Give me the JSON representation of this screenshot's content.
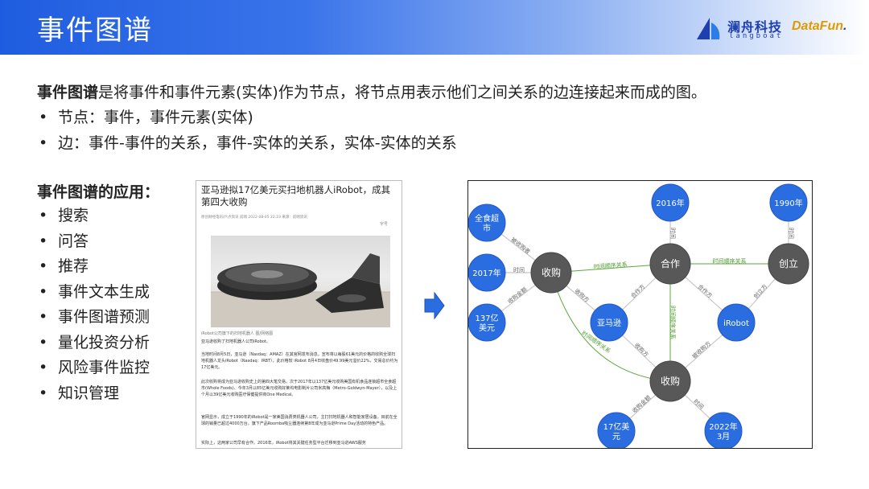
{
  "header": {
    "title": "事件图谱",
    "logo_cn": "澜舟科技",
    "logo_en": "langboat",
    "datafun_a": "DataFun",
    "datafun_b": "."
  },
  "intro": {
    "bold": "事件图谱",
    "text": "是将事件和事件元素(实体)作为节点，将节点用表示他们之间关系的边连接起来而成的图。",
    "bullets": [
      "节点：事件，事件元素(实体)",
      "边：事件-事件的关系，事件-实体的关系，实体-实体的关系"
    ]
  },
  "apps": {
    "title": "事件图谱的应用：",
    "items": [
      "搜索",
      "问答",
      "推荐",
      "事件文本生成",
      "事件图谱预测",
      "量化投资分析",
      "风险事件监控",
      "知识管理"
    ]
  },
  "article": {
    "title": "亚马逊拟17亿美元买扫地机器人iRobot，成其第四大收购",
    "meta": "原创财经电讯/六点资讯 前哨 2022-08-05 22:23 来源：前哨资讯",
    "meta_right": "字号",
    "caption": "iRobot公司旗下的扫地机器人 图/网络图",
    "paragraphs": [
      "亚马逊收购了扫地机器人公司iRobot。",
      "当地时间8月5日，亚马逊（Nasdaq：AMAZ）在其官网发布消息，宣布将以每股61美元的价格的收购全球扫地机器人龙头iRobot（Nasdaq：IRBT），此价格较 iRobot 8月4日收盘价49.99美元溢价22%，交易总价约为17亿美元。",
      "此次收购将成为亚马逊收购史上的第四大笔交易。次于2017年以137亿美元收购美国有机食品连锁超市全食超市(Whole Foods)、今年3月以85亿美元收购好莱坞电影制片公司米高梅（Metro-Goldwyn-Mayer），以及上个月以39亿美元收购医疗保健提供商One Medical。",
      "官网显示，成立于1990年的iRobot是一家美国消费类机器人公司，主打扫地机器人和智能家居设备，目前在全球的销量已超过4000万台。旗下产品Roomba吸尘器连续第8年成为亚马逊Prime Day活动的特色产品。",
      "实际上，这两家公司早有合作。2016年，iRobot将其关键任务型平台迁移到亚马逊AWS服务"
    ]
  },
  "graph": {
    "nodes": [
      {
        "label": "全食超\n市",
        "color": "#2a6de1"
      },
      {
        "label": "2017年",
        "color": "#2a6de1"
      },
      {
        "label": "137亿\n美元",
        "color": "#2a6de1"
      },
      {
        "label": "收购",
        "color": "#585858"
      },
      {
        "label": "2016年",
        "color": "#2a6de1"
      },
      {
        "label": "合作",
        "color": "#585858"
      },
      {
        "label": "1990年",
        "color": "#2a6de1"
      },
      {
        "label": "创立",
        "color": "#585858"
      },
      {
        "label": "亚马逊",
        "color": "#2a6de1"
      },
      {
        "label": "iRobot",
        "color": "#2a6de1"
      },
      {
        "label": "收购",
        "color": "#585858"
      },
      {
        "label": "17亿美\n元",
        "color": "#2a6de1"
      },
      {
        "label": "2022年\n3月",
        "color": "#2a6de1"
      }
    ],
    "edges": [
      {
        "label": "时间顺序关系",
        "green": true
      },
      {
        "label": "时间顺序关系",
        "green": true
      },
      {
        "label": "时间顺序关系",
        "green": true
      },
      {
        "label": "时间顺序关系",
        "green": true
      },
      {
        "label": "被收购者",
        "green": false
      },
      {
        "label": "时间",
        "green": false
      },
      {
        "label": "收购金额",
        "green": false
      },
      {
        "label": "收购方",
        "green": false
      },
      {
        "label": "时间",
        "green": false
      },
      {
        "label": "合作方",
        "green": false
      },
      {
        "label": "合作方",
        "green": false
      },
      {
        "label": "时间",
        "green": false
      },
      {
        "label": "创立方",
        "green": false
      },
      {
        "label": "收购方",
        "green": false
      },
      {
        "label": "被收购方",
        "green": false
      },
      {
        "label": "收购金额",
        "green": false
      },
      {
        "label": "时间",
        "green": false
      }
    ]
  }
}
